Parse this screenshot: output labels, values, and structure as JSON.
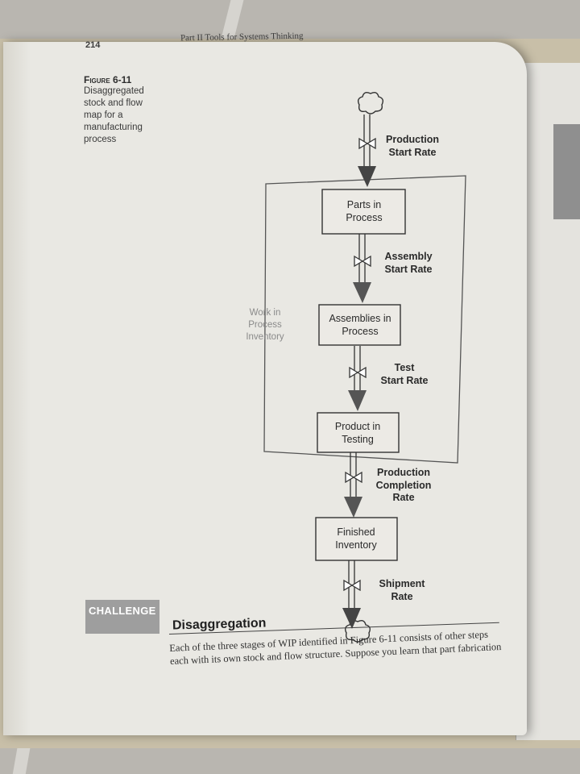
{
  "header": {
    "page_number": "214",
    "running_head": "Part II   Tools for Systems Thinking"
  },
  "caption": {
    "figure_label": "Figure 6-11",
    "text_lines": [
      "Disaggregated",
      "stock and flow",
      "map for a",
      "manufacturing",
      "process"
    ]
  },
  "diagram": {
    "rates": [
      {
        "id": "production-start",
        "lines": [
          "Production",
          "Start Rate"
        ]
      },
      {
        "id": "assembly-start",
        "lines": [
          "Assembly",
          "Start Rate"
        ]
      },
      {
        "id": "test-start",
        "lines": [
          "Test",
          "Start Rate"
        ]
      },
      {
        "id": "production-completion",
        "lines": [
          "Production",
          "Completion",
          "Rate"
        ]
      },
      {
        "id": "shipment",
        "lines": [
          "Shipment",
          "Rate"
        ]
      }
    ],
    "stocks": [
      {
        "id": "parts",
        "lines": [
          "Parts in",
          "Process"
        ]
      },
      {
        "id": "assemblies",
        "lines": [
          "Assemblies in",
          "Process"
        ]
      },
      {
        "id": "product",
        "lines": [
          "Product in",
          "Testing"
        ]
      },
      {
        "id": "finished",
        "lines": [
          "Finished",
          "Inventory"
        ]
      }
    ],
    "group_label": [
      "Work in",
      "Process",
      "Inventory"
    ]
  },
  "challenge": {
    "tag": "CHALLENGE",
    "title": "Disaggregation",
    "body_lines": [
      "Each of the three stages of WIP identified in Figure 6-11 consists of other steps",
      "each with its own stock and flow structure. Suppose you learn that part fabrication"
    ]
  }
}
